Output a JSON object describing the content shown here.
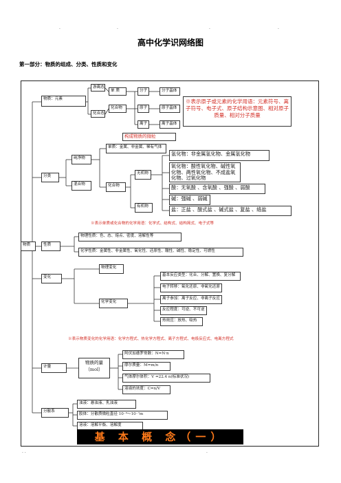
{
  "header_dots": [
    "·",
    "·",
    "·",
    "·"
  ],
  "footer_dots": [
    "· ·",
    "·"
  ],
  "title": "高中化学识网络图",
  "subtitle": "第一部分：物质的组成、分类、性质和变化",
  "nodes": {
    "substance": "物质",
    "composition": "物质：元素",
    "free_state": "游离态",
    "combined_state": "化合态",
    "elemental": "单 质",
    "compound_top": "化合物",
    "atom": "分子",
    "molecule": "原子",
    "ion": "离子",
    "mol_crystal": "分子晶体",
    "atom_crystal": "原子晶体",
    "ion_crystal": "离子晶体",
    "classification": "分类",
    "pure": "纯净物",
    "mixture": "混合物",
    "elem_types": "单质：金属、非金属、稀有气体",
    "compound": "化合物",
    "inorganic": "无机物",
    "organic": "有机物",
    "hydride": "氢化物：非金属氢化物、金属氢化物",
    "oxide": "氧化物：酸性氧化物、碱性氧化物、两性氧化物、不成盐氧化物、过氧化物",
    "acid": "酸：无氧酸 、含氧酸 、强酸 、弱酸",
    "base": "碱：强碱 、弱碱",
    "salt": "盐：正盐 、酸式盐 、碱式盐 、复盐 、络盐",
    "properties": "性质",
    "phys_prop": "物理性质：色、态、熔点、密度、溶解性等",
    "chem_prop": "化学性质：金属性、非金属性、氧化性、还原性、酸性、碱性、稳定性、可燃性",
    "changes": "变化",
    "phys_change": "物理变化",
    "chem_change": "化学变化",
    "reaction_type": "基本反应类型：化合、分解、置换、复分解",
    "electron": "电子转移：氧化还原、非氧化还原",
    "ionic": "离子参加：离子反应、非离子反应",
    "degree": "反应程度：可逆、不可逆",
    "heat": "热效应：放热、吸热",
    "measure": "计量",
    "amount": "物质的量（mol）",
    "avogadro": "阿伏加德罗常数：N=N·n",
    "molar_mass": "摩尔质量：M=m/n",
    "molar_volume": "气体摩尔体积：V =22.4 n(标准状况)",
    "concentration": "溶液的浓度：C=n/V",
    "dispersion": "分散系",
    "suspension": "浊液：悬浊液、乳浊液",
    "colloid": "胶体：分散质微粒直径 10⁻⁹～10⁻⁷m",
    "solution": "溶液：溶解平衡、溶解度"
  },
  "red_notes": {
    "atom_terms": "※表示原子或元素的化学用语：元素符号、离子符号、电子式、原子结构示意图、相对原子质量、相对分子质量",
    "struct": "构成物质的微粒",
    "compound_terms": "※表示单质或化合物的化学用语：化学式、结构式、结构简式、电子式等",
    "change_terms": "※表示物质变化的化学用语：化学方程式、热化学方程式、离子方程式、电极反应式、电离方程式"
  },
  "footer": "基 本 概 念（一）",
  "colors": {
    "accent_red": "#d4322a",
    "footer_bg": "#000000",
    "footer_text": "#ff7a1a"
  }
}
